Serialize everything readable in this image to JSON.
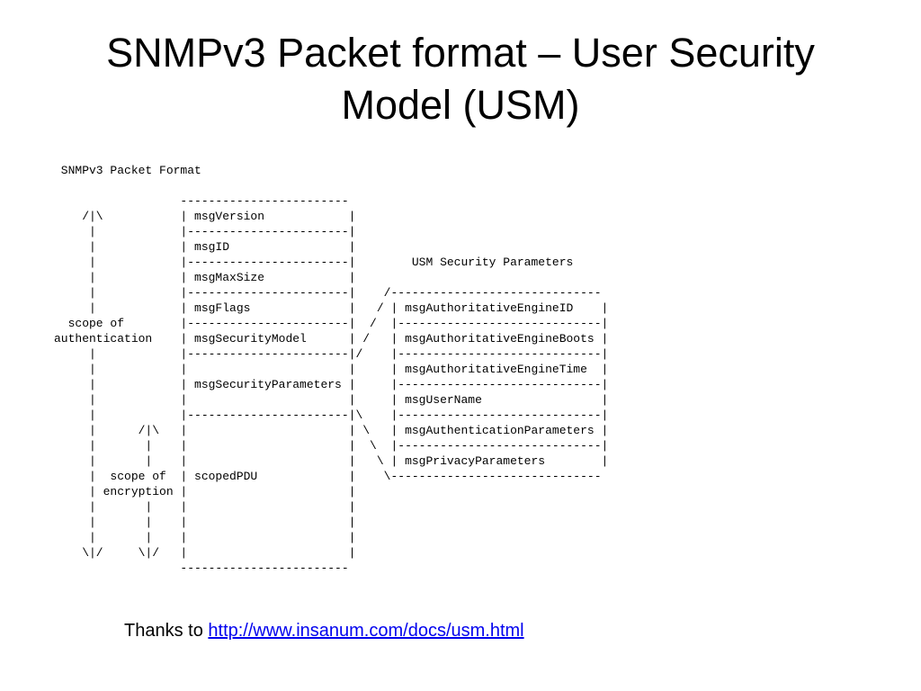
{
  "slide": {
    "title_line1": "SNMPv3 Packet format – User Security",
    "title_line2": "Model (USM)"
  },
  "diagram": {
    "text": " SNMPv3 Packet Format\n\n                  ------------------------\n    /|\\           | msgVersion            |\n     |            |-----------------------|\n     |            | msgID                 |\n     |            |-----------------------|        USM Security Parameters\n     |            | msgMaxSize            |\n     |            |-----------------------|    /------------------------------\n     |            | msgFlags              |   / | msgAuthoritativeEngineID    |\n  scope of        |-----------------------|  /  |-----------------------------|\nauthentication    | msgSecurityModel      | /   | msgAuthoritativeEngineBoots |\n     |            |-----------------------|/    |-----------------------------|\n     |            |                       |     | msgAuthoritativeEngineTime  |\n     |            | msgSecurityParameters |     |-----------------------------|\n     |            |                       |     | msgUserName                 |\n     |            |-----------------------|\\    |-----------------------------|\n     |      /|\\   |                       | \\   | msgAuthenticationParameters |\n     |       |    |                       |  \\  |-----------------------------|\n     |       |    |                       |   \\ | msgPrivacyParameters        |\n     |  scope of  | scopedPDU             |    \\------------------------------\n     | encryption |                       |\n     |       |    |                       |\n     |       |    |                       |\n     |       |    |                       |\n    \\|/     \\|/   |                       |\n                  ------------------------"
  },
  "credit": {
    "prefix": "Thanks to ",
    "link_text": "http://www.insanum.com/docs/usm.html"
  }
}
